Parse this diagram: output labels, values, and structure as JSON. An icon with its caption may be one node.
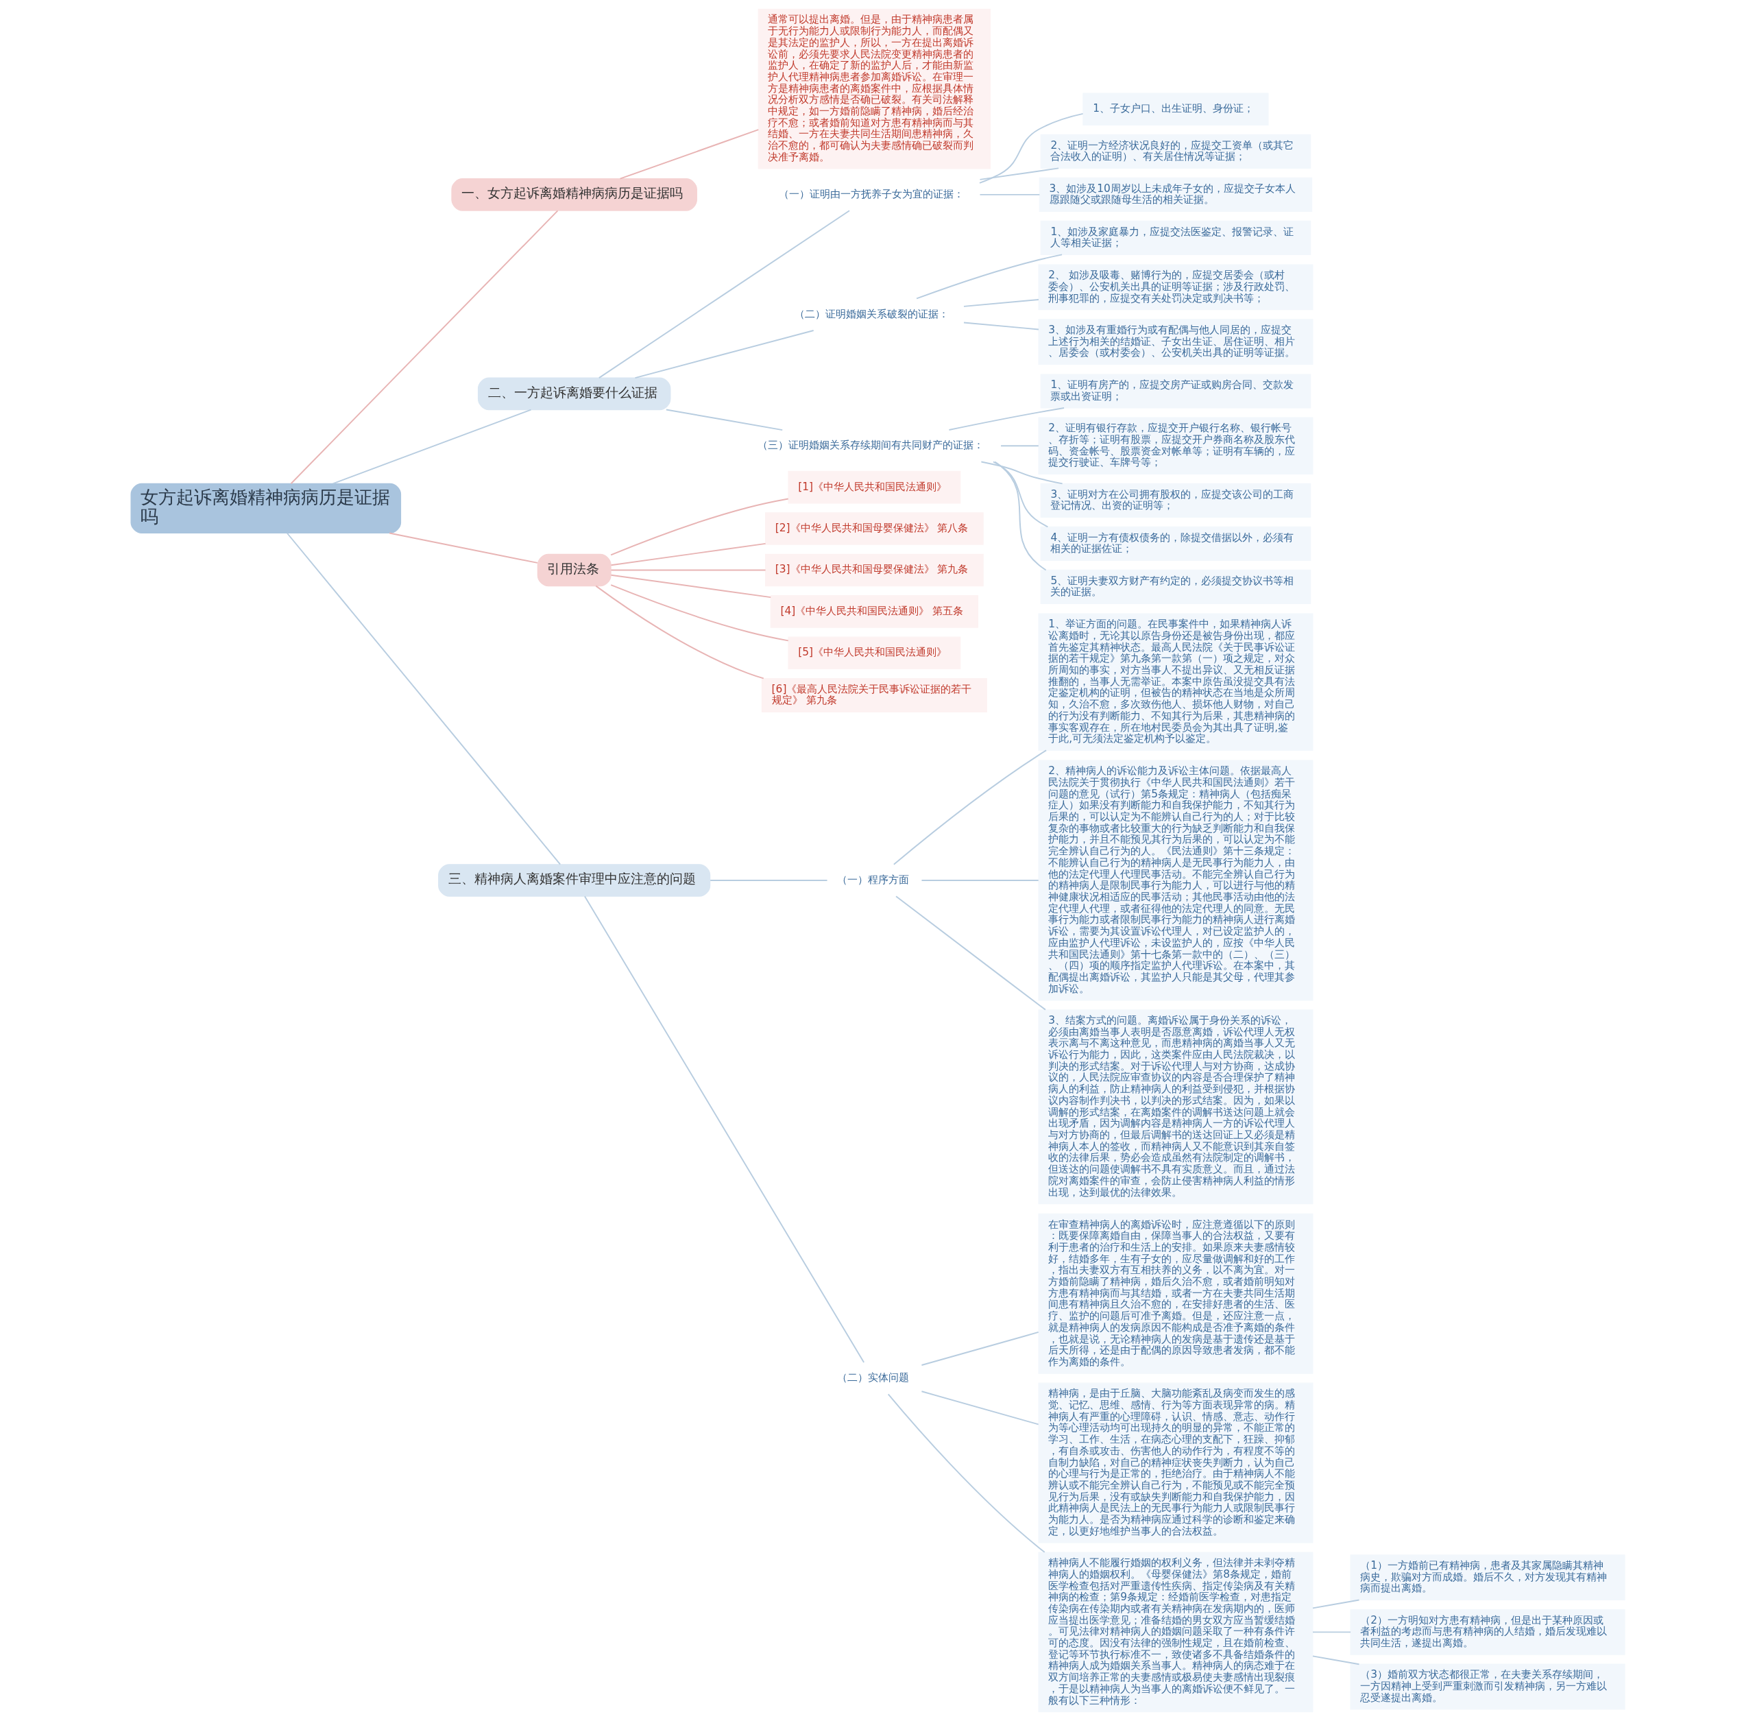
{
  "diagram": {
    "nodes": [
      {
        "text": [
          "女方起诉离婚精神病病历是证据吗"
        ]
      },
      {
        "text": [
          "一、女方起诉离婚精神病病历是证据吗"
        ]
      },
      {
        "text": [
          "通常可以提出离婚。但是，由于精神病患者属于无行为能力人或限制行为能力人，而配偶又是其法定的监护人，所以，一方在提出离婚诉讼前，必须先要求人民法院变更精神病患者的监护人，在确定了新的监护人后，才能由新监护人代理精神病患者参加离婚诉讼。在审理一方是精神病患者的离婚案件中，应根据具体情况分析双方感情是否确已破裂。有关司法解释中规定，如一方婚前隐瞒了精神病，婚后经治疗不愈；或者婚前知道对方患有精神病而与其结婚、一方在夫妻共同生活期间患精神病，久治不愈的，都可确认为夫妻感情确已破裂而判决准予离婚。"
        ]
      },
      {
        "text": [
          "二、一方起诉离婚要什么证据"
        ]
      },
      {
        "text": [
          "（一）证明由一方抚养子女为宜的证据："
        ]
      },
      {
        "text": [
          "1、子女户口、出生证明、身份证；"
        ]
      },
      {
        "text": [
          "2、证明一方经济状况良好的，应提交工资单（或其它合法收入的证明）、有关居住情况等证据；"
        ]
      },
      {
        "text": [
          "3、如涉及10周岁以上未成年子女的，应提交子女本人愿跟随父或跟随母生活的相关证据。"
        ]
      },
      {
        "text": [
          "（二）证明婚姻关系破裂的证据："
        ]
      },
      {
        "text": [
          "1、如涉及家庭暴力，应提交法医鉴定、报警记录、证人等相关证据；"
        ]
      },
      {
        "text": [
          "2、 如涉及吸毒、赌博行为的，应提交居委会（或村委会）、公安机关出具的证明等证据；涉及行政处罚、刑事犯罪的，应提交有关处罚决定或判决书等；"
        ]
      },
      {
        "text": [
          "3、如涉及有重婚行为或有配偶与他人同居的，应提交上述行为相关的结婚证、子女出生证、居住证明、相片、居委会（或村委会）、公安机关出具的证明等证据。"
        ]
      },
      {
        "text": [
          "（三）证明婚姻关系存续期间有共同财产的证据："
        ]
      },
      {
        "text": [
          "1、证明有房产的，应提交房产证或购房合同、交款发票或出资证明；"
        ]
      },
      {
        "text": [
          "2、证明有银行存款，应提交开户银行名称、银行帐号、存折等；证明有股票，应提交开户券商名称及股东代码、资金帐号、股票资金对帐单等；证明有车辆的，应提交行驶证、车牌号等；"
        ]
      },
      {
        "text": [
          "3、证明对方在公司拥有股权的，应提交该公司的工商登记情况、出资的证明等；"
        ]
      },
      {
        "text": [
          "4、证明一方有债权债务的，除提交借据以外，必须有相关的证据佐证；"
        ]
      },
      {
        "text": [
          "5、证明夫妻双方财产有约定的，必须提交协议书等相关的证据。"
        ]
      },
      {
        "text": [
          "引用法条"
        ]
      },
      {
        "text": [
          "[1]《中华人民共和国民法通则》"
        ]
      },
      {
        "text": [
          "[2]《中华人民共和国母婴保健法》 第八条"
        ]
      },
      {
        "text": [
          "[3]《中华人民共和国母婴保健法》 第九条"
        ]
      },
      {
        "text": [
          "[4]《中华人民共和国民法通则》 第五条"
        ]
      },
      {
        "text": [
          "[5]《中华人民共和国民法通则》"
        ]
      },
      {
        "text": [
          "[6]《最高人民法院关于民事诉讼证据的若干规定》 第九条"
        ]
      },
      {
        "text": [
          "三、精神病人离婚案件审理中应注意的问题"
        ]
      },
      {
        "text": [
          "（一）程序方面"
        ]
      },
      {
        "text": [
          "1、举证方面的问题。在民事案件中，如果精神病人诉讼离婚时，无论其以原告身份还是被告身份出现，都应首先鉴定其精神状态。最高人民法院《关于民事诉讼证据的若干规定》第九条第一款第（一）项之规定，对众所周知的事实，对方当事人不提出异议、又无相反证据推翻的，当事人无需举证。本案中原告虽没提交具有法定鉴定机构的证明，但被告的精神状态在当地是众所周知，久治不愈，多次致伤他人、损坏他人财物，对自己的行为没有判断能力、不知其行为后果，其患精神病的事实客观存在，所在地村民委员会为其出具了证明,鉴于此,可无须法定鉴定机构予以鉴定。"
        ]
      },
      {
        "text": [
          "2、精神病人的诉讼能力及诉讼主体问题。依据最高人民法院关于贯彻执行《中华人民共和国民法通则》若干问题的意见（试行）第5条规定：精神病人（包括痴呆症人）如果没有判断能力和自我保护能力，不知其行为后果的，可以认定为不能辨认自己行为的人；对于比较复杂的事物或者比较重大的行为缺乏判断能力和自我保护能力，并且不能预见其行为后果的，可以认定为不能完全辨认自己行为的人。《民法通则》第十三条规定：不能辨认自己行为的精神病人是无民事行为能力人，由他的法定代理人代理民事活动。不能完全辨认自己行为的精神病人是限制民事行为能力人，可以进行与他的精神健康状况相适应的民事活动；其他民事活动由他的法定代理人代理，或者征得他的法定代理人的同意。无民事行为能力或者限制民事行为能力的精神病人进行离婚诉讼，需要为其设置诉讼代理人，对已设定监护人的，应由监护人代理诉讼，未设监护人的，应按《中华人民共和国民法通则》第十七条第一款中的（二）、（三）、（四）项的顺序指定监护人代理诉讼。在本案中，其配偶提出离婚诉讼，其监护人只能是其父母，代理其参加诉讼。"
        ]
      },
      {
        "text": [
          "3、结案方式的问题。离婚诉讼属于身份关系的诉讼，必须由离婚当事人表明是否愿意离婚，诉讼代理人无权表示离与不离这种意见，而患精神病的离婚当事人又无诉讼行为能力，因此，这类案件应由人民法院裁决，以判决的形式结案。对于诉讼代理人与对方协商，达成协议的，人民法院应审查协议的内容是否合理保护了精神病人的利益，防止精神病人的利益受到侵犯，并根据协议内容制作判决书，以判决的形式结案。因为，如果以调解的形式结案，在离婚案件的调解书送达问题上就会出现矛盾，因为调解内容是精神病人一方的诉讼代理人与对方协商的，但最后调解书的送达回证上又必须是精神病人本人的签收，而精神病人又不能意识到其亲自签收的法律后果，势必会造成虽然有法院制定的调解书，但送达的问题使调解书不具有实质意义。而且，通过法院对离婚案件的审查，会防止侵害精神病人利益的情形出现，达到最优的法律效果。"
        ]
      },
      {
        "text": [
          "（二）实体问题"
        ]
      },
      {
        "text": [
          "在审查精神病人的离婚诉讼时，应注意遵循以下的原则：既要保障离婚自由，保障当事人的合法权益，又要有利于患者的治疗和生活上的安排。如果原来夫妻感情较好，结婚多年，生有子女的，应尽量做调解和好的工作，指出夫妻双方有互相扶养的义务，以不离为宜。对一方婚前隐瞒了精神病，婚后久治不愈，或者婚前明知对方患有精神病而与其结婚，或者一方在夫妻共同生活期间患有精神病且久治不愈的，在安排好患者的生活、医疗、监护的问题后可准予离婚。但是，还应注意一点，就是精神病人的发病原因不能构成是否准予离婚的条件，也就是说，无论精神病人的发病是基于遗传还是基于后天所得，还是由于配偶的原因导致患者发病，都不能作为离婚的条件。"
        ]
      },
      {
        "text": [
          "精神病，是由于丘脑、大脑功能紊乱及病变而发生的感觉、记忆、思维、感情、行为等方面表现异常的病。精神病人有严重的心理障碍，认识、情感、意志、动作行为等心理活动均可出现持久的明显的异常，不能正常的学习、工作、生活，在病态心理的支配下，狂躁、抑郁，有自杀或攻击、伤害他人的动作行为，有程度不等的自制力缺陷，对自己的精神症状丧失判断力，认为自己的心理与行为是正常的，拒绝治疗。由于精神病人不能辨认或不能完全辨认自己行为，不能预见或不能完全预见行为后果，没有或缺失判断能力和自我保护能力，因此精神病人是民法上的无民事行为能力人或限制民事行为能力人。是否为精神病应通过科学的诊断和鉴定来确定，以更好地维护当事人的合法权益。"
        ]
      },
      {
        "text": [
          "精神病人不能履行婚姻的权利义务，但法律并未剥夺精神病人的婚姻权利。《母婴保健法》第8条规定，婚前医学检查包括对严重遗传性疾病、指定传染病及有关精神病的检查；第9条规定：经婚前医学检查，对患指定传染病在传染期内或者有关精神病在发病期内的，医师应当提出医学意见；准备结婚的男女双方应当暂缓结婚。可见法律对精神病人的婚姻问题采取了一种有条件许可的态度。因没有法律的强制性规定，且在婚前检查、登记等环节执行标准不一，致使诸多不具备结婚条件的精神病人成为婚姻关系当事人。精神病人的病态难于在双方间培养正常的夫妻感情或极易使夫妻感情出现裂痕，于是以精神病人为当事人的离婚诉讼便不鲜见了。一般有以下三种情形："
        ]
      },
      {
        "text": [
          "（1）一方婚前已有精神病，患者及其家属隐瞒其精神病史，欺骗对方而成婚。婚后不久，对方发现其有精神病而提出离婚。"
        ]
      },
      {
        "text": [
          "（2）一方明知对方患有精神病，但是出于某种原因或者利益的考虑而与患有精神病的人结婚，婚后发现难以共同生活，遂提出离婚。"
        ]
      },
      {
        "text": [
          "（3）婚前双方状态都很正常，在夫妻关系存续期间，一方因精神上受到严重刺激而引发精神病，另一方难以忍受遂提出离婚。"
        ]
      }
    ],
    "edges": [
      {
        "from": 0,
        "to": 1,
        "arrow": "none",
        "color": "#e8b4b4"
      },
      {
        "from": 1,
        "to": 2,
        "arrow": "none",
        "color": "#e8b4b4"
      },
      {
        "from": 0,
        "to": 3,
        "arrow": "none"
      },
      {
        "from": 3,
        "to": 4,
        "arrow": "none"
      },
      {
        "from": 4,
        "to": 5,
        "arrow": "none"
      },
      {
        "from": 4,
        "to": 6,
        "arrow": "none"
      },
      {
        "from": 4,
        "to": 7,
        "arrow": "none"
      },
      {
        "from": 3,
        "to": 8,
        "arrow": "none"
      },
      {
        "from": 8,
        "to": 9,
        "arrow": "none"
      },
      {
        "from": 8,
        "to": 10,
        "arrow": "none"
      },
      {
        "from": 8,
        "to": 11,
        "arrow": "none"
      },
      {
        "from": 3,
        "to": 12,
        "arrow": "none"
      },
      {
        "from": 12,
        "to": 13,
        "arrow": "none"
      },
      {
        "from": 12,
        "to": 14,
        "arrow": "none"
      },
      {
        "from": 12,
        "to": 15,
        "arrow": "none"
      },
      {
        "from": 12,
        "to": 16,
        "arrow": "none"
      },
      {
        "from": 12,
        "to": 17,
        "arrow": "none"
      },
      {
        "from": 0,
        "to": 18,
        "arrow": "none",
        "color": "#e8b4b4"
      },
      {
        "from": 18,
        "to": 19,
        "arrow": "none",
        "color": "#e8b4b4"
      },
      {
        "from": 18,
        "to": 20,
        "arrow": "none",
        "color": "#e8b4b4"
      },
      {
        "from": 18,
        "to": 21,
        "arrow": "none",
        "color": "#e8b4b4"
      },
      {
        "from": 18,
        "to": 22,
        "arrow": "none",
        "color": "#e8b4b4"
      },
      {
        "from": 18,
        "to": 23,
        "arrow": "none",
        "color": "#e8b4b4"
      },
      {
        "from": 18,
        "to": 24,
        "arrow": "none",
        "color": "#e8b4b4"
      },
      {
        "from": 0,
        "to": 25,
        "arrow": "none"
      },
      {
        "from": 25,
        "to": 26,
        "arrow": "none"
      },
      {
        "from": 26,
        "to": 27,
        "arrow": "none"
      },
      {
        "from": 26,
        "to": 28,
        "arrow": "none"
      },
      {
        "from": 26,
        "to": 29,
        "arrow": "none"
      },
      {
        "from": 25,
        "to": 30,
        "arrow": "none"
      },
      {
        "from": 30,
        "to": 31,
        "arrow": "none"
      },
      {
        "from": 30,
        "to": 32,
        "arrow": "none"
      },
      {
        "from": 30,
        "to": 33,
        "arrow": "none"
      },
      {
        "from": 33,
        "to": 34,
        "arrow": "none"
      },
      {
        "from": 33,
        "to": 35,
        "arrow": "none"
      },
      {
        "from": 33,
        "to": 36,
        "arrow": "none"
      }
    ]
  }
}
